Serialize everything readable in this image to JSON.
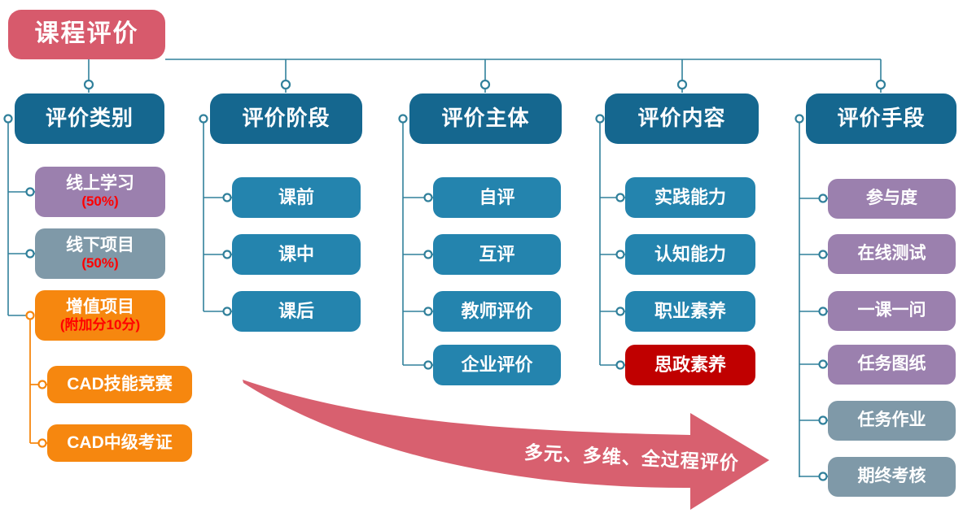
{
  "title": "课程评价",
  "columns": [
    {
      "header": "评价类别",
      "items": [
        {
          "label": "线上学习",
          "sub": "(50%)"
        },
        {
          "label": "线下项目",
          "sub": "(50%)"
        },
        {
          "label": "增值项目",
          "sub": "(附加分10分)"
        },
        {
          "label": "CAD技能竞赛"
        },
        {
          "label": "CAD中级考证"
        }
      ]
    },
    {
      "header": "评价阶段",
      "items": [
        {
          "label": "课前"
        },
        {
          "label": "课中"
        },
        {
          "label": "课后"
        }
      ]
    },
    {
      "header": "评价主体",
      "items": [
        {
          "label": "自评"
        },
        {
          "label": "互评"
        },
        {
          "label": "教师评价"
        },
        {
          "label": "企业评价"
        }
      ]
    },
    {
      "header": "评价内容",
      "items": [
        {
          "label": "实践能力"
        },
        {
          "label": "认知能力"
        },
        {
          "label": "职业素养"
        },
        {
          "label": "思政素养"
        }
      ]
    },
    {
      "header": "评价手段",
      "items": [
        {
          "label": "参与度"
        },
        {
          "label": "在线测试"
        },
        {
          "label": "一课一问"
        },
        {
          "label": "任务图纸"
        },
        {
          "label": "任务作业"
        },
        {
          "label": "期终考核"
        }
      ]
    }
  ],
  "arrow_label": "多元、多维、全过程评价",
  "colors": {
    "header_blue": "#15678F",
    "item_teal": "#2484AE",
    "purple": "#9B80AE",
    "gray_blue": "#7F99A8",
    "orange": "#F6870F",
    "alert_red_box": "#C00000",
    "title_pink": "#D75A6C",
    "arrow_pink": "#D8606F",
    "connector_teal": "#31809B",
    "sub_text_red": "#FF0000"
  }
}
